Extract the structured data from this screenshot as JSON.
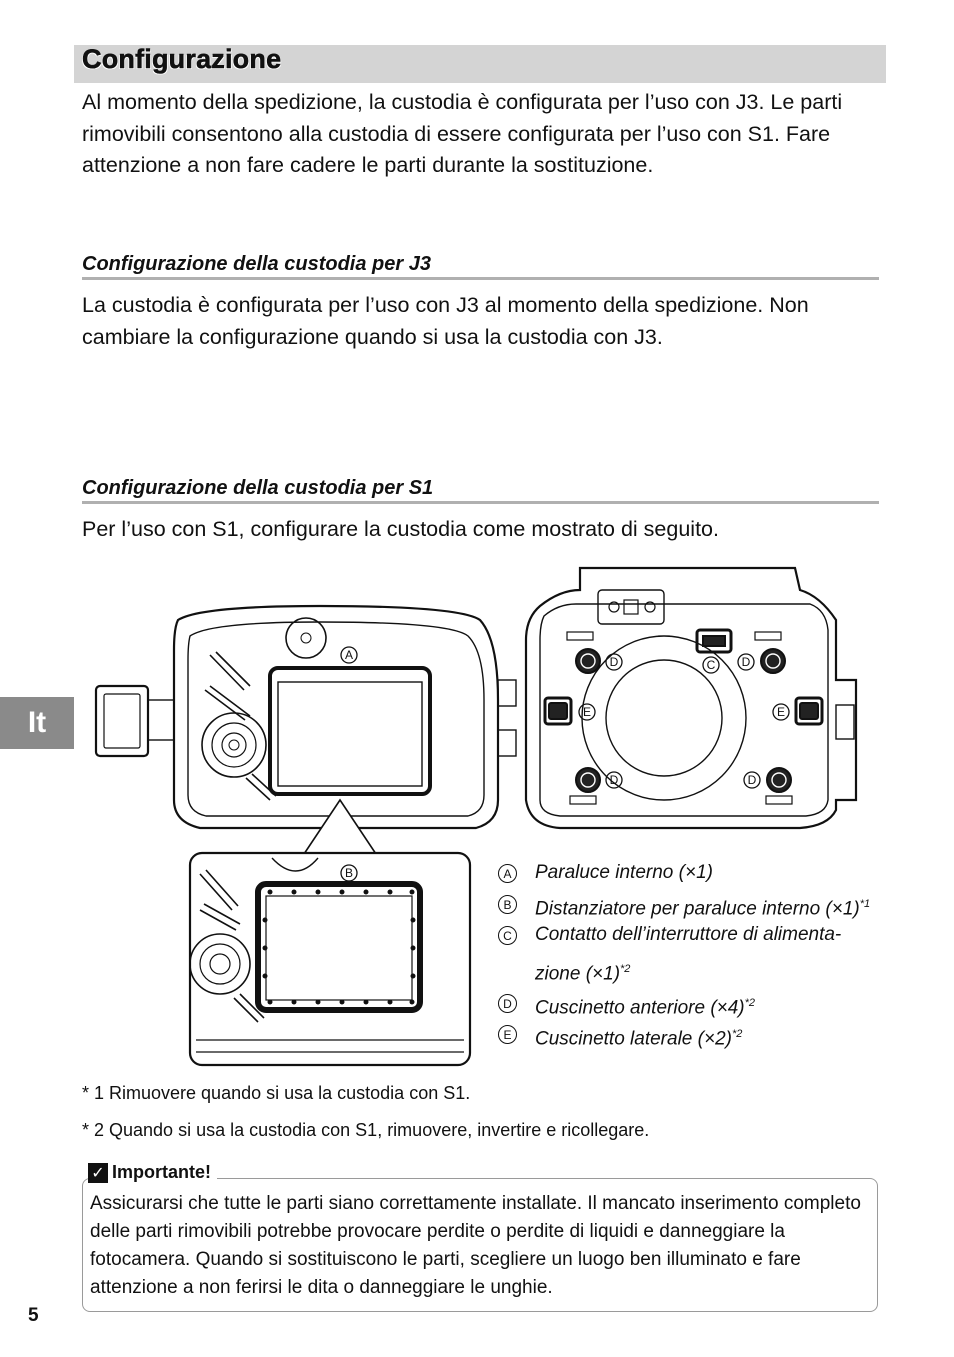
{
  "header": {
    "title": "Configurazione"
  },
  "intro": "Al momento della spedizione, la custodia è configurata per l’uso con J3. Le parti rimovibili consentono alla custodia di essere configurata per l’uso con S1. Fare attenzione a non fare cadere le parti durante la sostituzione.",
  "section_j3": {
    "heading": "Configurazione della custodia per J3",
    "text": "La custodia è configurata per l’uso con J3 al momento della spedizione. Non cambiare la configurazione quando si usa la custodia con J3."
  },
  "section_s1": {
    "heading": "Configurazione della custodia per S1",
    "text": "Per l’uso con S1, configurare la custodia come mostrato di seguito."
  },
  "side_tab": "It",
  "figure_labels": {
    "a": "A",
    "b": "B",
    "c": "C",
    "d": "D",
    "e": "E"
  },
  "legend": [
    {
      "key": "A",
      "text": "Paraluce interno (×1)",
      "sup": ""
    },
    {
      "key": "B",
      "text": "Distanziatore per paraluce interno (×1)",
      "sup": "*1"
    },
    {
      "key": "C",
      "text": "Contatto dell’interruttore di alimenta-",
      "text2": "zione (×1)",
      "sup": "*2"
    },
    {
      "key": "D",
      "text": "Cuscinetto anteriore (×4)",
      "sup": "*2"
    },
    {
      "key": "E",
      "text": "Cuscinetto laterale (×2)",
      "sup": "*2"
    }
  ],
  "notes": [
    "* 1  Rimuovere quando si usa la custodia con S1.",
    "* 2  Quando si usa la custodia con S1, rimuovere, invertire e ricollegare."
  ],
  "important": {
    "label": "Importante!",
    "text": "Assicurarsi che tutte le parti siano correttamente installate. Il mancato inserimento completo delle parti rimovibili potrebbe provocare perdite o perdite di liquidi e danneggiare la fotocamera. Quando si sostituiscono le parti, scegliere un luogo ben illuminato e fare attenzione a non ferirsi le dita o danneggiare le unghie."
  },
  "page_number": "5"
}
